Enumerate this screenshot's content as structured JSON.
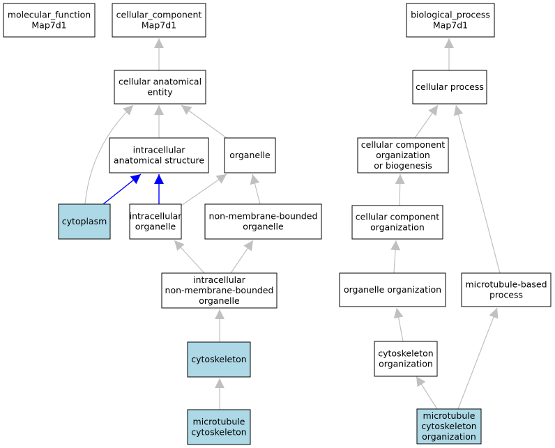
{
  "colors": {
    "node_fill": "#ffffff",
    "highlight_fill": "#add8e6",
    "edge_gray": "#c0c0c0",
    "edge_blue": "#0000ff"
  },
  "nodes": [
    {
      "id": "mf",
      "lines": [
        "molecular_function",
        "Map7d1"
      ],
      "highlight": false
    },
    {
      "id": "cc",
      "lines": [
        "cellular_component",
        "Map7d1"
      ],
      "highlight": false
    },
    {
      "id": "bp",
      "lines": [
        "biological_process",
        "Map7d1"
      ],
      "highlight": false
    },
    {
      "id": "cae",
      "lines": [
        "cellular anatomical",
        "entity"
      ],
      "highlight": false
    },
    {
      "id": "cp",
      "lines": [
        "cellular process"
      ],
      "highlight": false
    },
    {
      "id": "ias",
      "lines": [
        "intracellular",
        "anatomical structure"
      ],
      "highlight": false
    },
    {
      "id": "org",
      "lines": [
        "organelle"
      ],
      "highlight": false
    },
    {
      "id": "ccob",
      "lines": [
        "cellular component",
        "organization",
        "or biogenesis"
      ],
      "highlight": false
    },
    {
      "id": "cyto",
      "lines": [
        "cytoplasm"
      ],
      "highlight": true
    },
    {
      "id": "io",
      "lines": [
        "intracellular",
        "organelle"
      ],
      "highlight": false
    },
    {
      "id": "nmbo",
      "lines": [
        "non-membrane-bounded",
        "organelle"
      ],
      "highlight": false
    },
    {
      "id": "cco",
      "lines": [
        "cellular component",
        "organization"
      ],
      "highlight": false
    },
    {
      "id": "inmbo",
      "lines": [
        "intracellular",
        "non-membrane-bounded",
        "organelle"
      ],
      "highlight": false
    },
    {
      "id": "oo",
      "lines": [
        "organelle organization"
      ],
      "highlight": false
    },
    {
      "id": "mbp",
      "lines": [
        "microtubule-based",
        "process"
      ],
      "highlight": false
    },
    {
      "id": "csk",
      "lines": [
        "cytoskeleton"
      ],
      "highlight": true
    },
    {
      "id": "csko",
      "lines": [
        "cytoskeleton",
        "organization"
      ],
      "highlight": false
    },
    {
      "id": "mtc",
      "lines": [
        "microtubule",
        "cytoskeleton"
      ],
      "highlight": true
    },
    {
      "id": "mtco",
      "lines": [
        "microtubule",
        "cytoskeleton",
        "organization"
      ],
      "highlight": true
    }
  ],
  "edges": [
    {
      "from": "cae",
      "to": "cc",
      "color": "gray"
    },
    {
      "from": "ias",
      "to": "cae",
      "color": "gray"
    },
    {
      "from": "cyto",
      "to": "cae",
      "color": "gray"
    },
    {
      "from": "org",
      "to": "cae",
      "color": "gray"
    },
    {
      "from": "cyto",
      "to": "ias",
      "color": "blue"
    },
    {
      "from": "io",
      "to": "ias",
      "color": "blue"
    },
    {
      "from": "io",
      "to": "org",
      "color": "gray"
    },
    {
      "from": "nmbo",
      "to": "org",
      "color": "gray"
    },
    {
      "from": "inmbo",
      "to": "io",
      "color": "gray"
    },
    {
      "from": "inmbo",
      "to": "nmbo",
      "color": "gray"
    },
    {
      "from": "csk",
      "to": "inmbo",
      "color": "gray"
    },
    {
      "from": "mtc",
      "to": "csk",
      "color": "gray"
    },
    {
      "from": "cp",
      "to": "bp",
      "color": "gray"
    },
    {
      "from": "ccob",
      "to": "cp",
      "color": "gray"
    },
    {
      "from": "cco",
      "to": "ccob",
      "color": "gray"
    },
    {
      "from": "oo",
      "to": "cco",
      "color": "gray"
    },
    {
      "from": "csko",
      "to": "oo",
      "color": "gray"
    },
    {
      "from": "mtco",
      "to": "csko",
      "color": "gray"
    },
    {
      "from": "mbp",
      "to": "cp",
      "color": "gray"
    },
    {
      "from": "mtco",
      "to": "mbp",
      "color": "gray"
    }
  ]
}
